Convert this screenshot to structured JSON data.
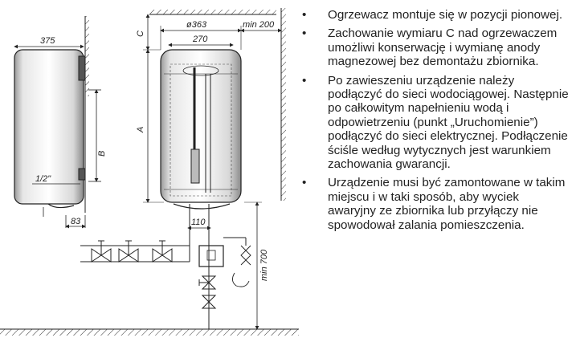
{
  "drawing": {
    "dims": {
      "d375": "375",
      "d363": "ø363",
      "d270": "270",
      "min200": "min 200",
      "c": "C",
      "a": "A",
      "b": "B",
      "half_inch": "1/2\"",
      "d83": "83",
      "d110": "110",
      "min700": "min 700"
    }
  },
  "notes": {
    "bullet": "•",
    "items": [
      "Ogrzewacz montuje się w pozycji pionowej.",
      "Zachowanie wymiaru C nad ogrzewaczem umożliwi konserwację i wymianę anody magnezowej bez demontażu zbiornika.",
      "Po zawieszeniu urządzenie należy podłączyć do sieci wodociągowej. Następnie po całkowitym napełnieniu wodą i odpowietrzeniu (punkt „Uruchomienie”) podłączyć do sieci elektrycznej. Podłączenie ściśle według wytycznych jest warunkiem zachowania gwarancji.",
      "Urządzenie musi być zamontowane w takim miejscu i w taki sposób, aby wyciek awaryjny ze zbiornika lub przyłączy nie spowodował zalania pomieszczenia."
    ]
  }
}
